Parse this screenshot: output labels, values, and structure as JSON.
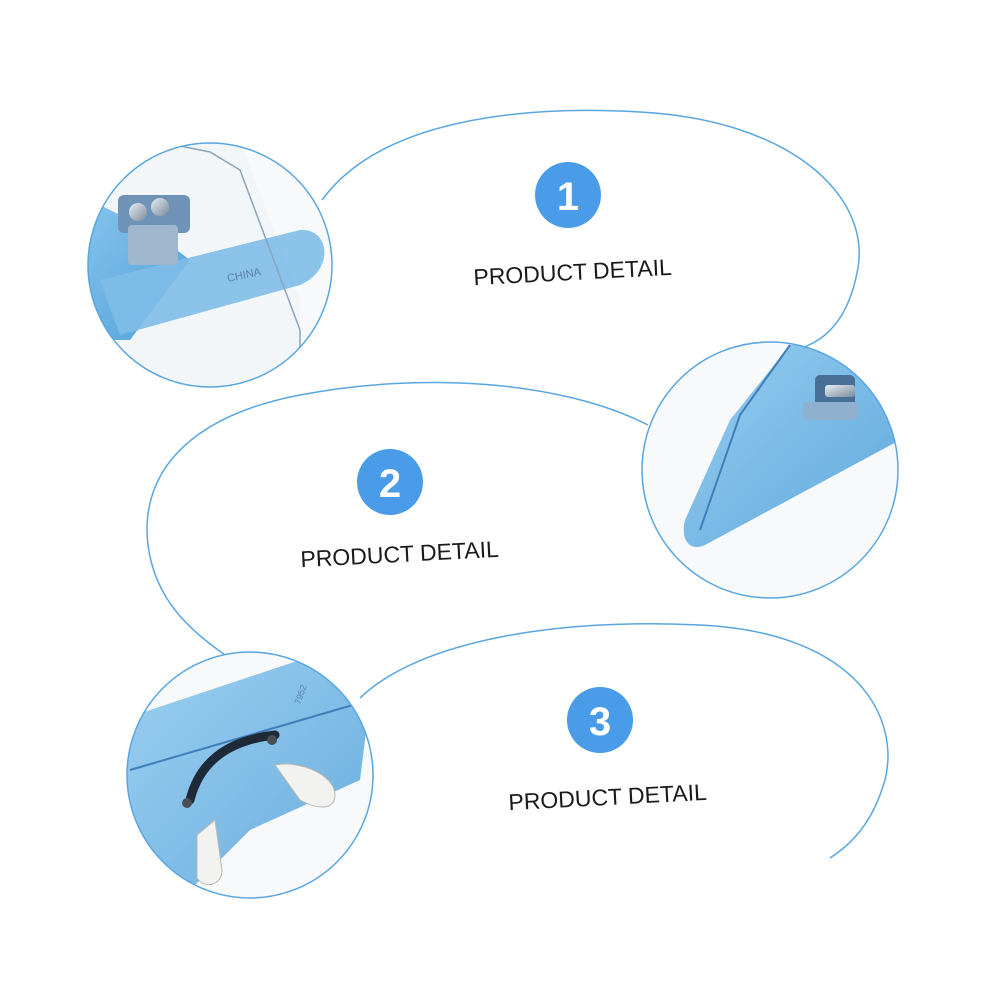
{
  "sections": [
    {
      "number": "1",
      "label": "PRODUCT DETAIL",
      "photo_text": "CHINA"
    },
    {
      "number": "2",
      "label": "PRODUCT DETAIL"
    },
    {
      "number": "3",
      "label": "PRODUCT DETAIL",
      "photo_text": "7952"
    }
  ],
  "colors": {
    "accent": "#4a9be8",
    "outline": "#5aa6e0",
    "lens": "#6fb6e6",
    "label_text": "#1a1a1a",
    "background": "#ffffff"
  }
}
